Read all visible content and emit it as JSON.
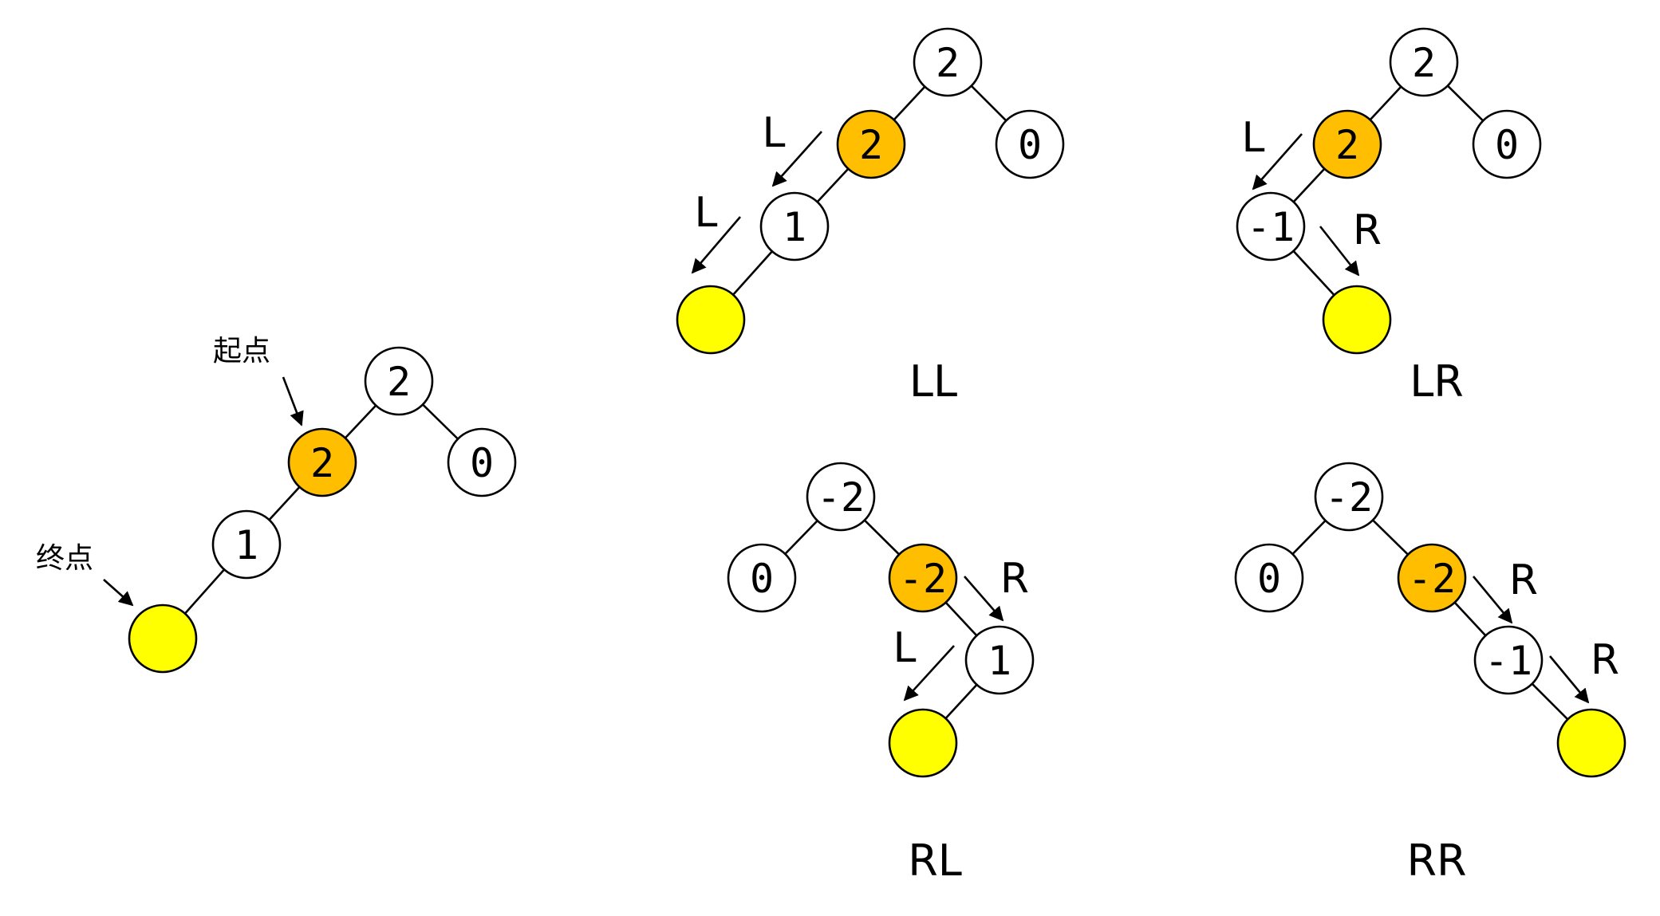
{
  "colors": {
    "normal_node": "#ffffff",
    "start_node": "#FFBF00",
    "inserted_node": "#FFFF00",
    "stroke": "#000000"
  },
  "annotations": {
    "start_label": "起点",
    "end_label": "终点"
  },
  "diagrams": [
    {
      "id": "main",
      "title": "",
      "nodes": [
        {
          "id": "root",
          "value": "2",
          "kind": "normal"
        },
        {
          "id": "a",
          "value": "2",
          "kind": "start"
        },
        {
          "id": "b",
          "value": "0",
          "kind": "normal"
        },
        {
          "id": "c",
          "value": "1",
          "kind": "normal"
        },
        {
          "id": "d",
          "value": "",
          "kind": "inserted"
        }
      ],
      "edges": [
        [
          "root",
          "a"
        ],
        [
          "root",
          "b"
        ],
        [
          "a",
          "c"
        ],
        [
          "c",
          "d"
        ]
      ],
      "arrows": []
    },
    {
      "id": "ll",
      "title": "LL",
      "nodes": [
        {
          "id": "root",
          "value": "2",
          "kind": "normal"
        },
        {
          "id": "a",
          "value": "2",
          "kind": "start"
        },
        {
          "id": "b",
          "value": "0",
          "kind": "normal"
        },
        {
          "id": "c",
          "value": "1",
          "kind": "normal"
        },
        {
          "id": "d",
          "value": "",
          "kind": "inserted"
        }
      ],
      "edges": [
        [
          "root",
          "a"
        ],
        [
          "root",
          "b"
        ],
        [
          "a",
          "c"
        ],
        [
          "c",
          "d"
        ]
      ],
      "arrows": [
        "L",
        "L"
      ]
    },
    {
      "id": "lr",
      "title": "LR",
      "nodes": [
        {
          "id": "root",
          "value": "2",
          "kind": "normal"
        },
        {
          "id": "a",
          "value": "2",
          "kind": "start"
        },
        {
          "id": "b",
          "value": "0",
          "kind": "normal"
        },
        {
          "id": "c",
          "value": "-1",
          "kind": "normal"
        },
        {
          "id": "d",
          "value": "",
          "kind": "inserted"
        }
      ],
      "edges": [
        [
          "root",
          "a"
        ],
        [
          "root",
          "b"
        ],
        [
          "a",
          "c"
        ],
        [
          "c",
          "d"
        ]
      ],
      "arrows": [
        "L",
        "R"
      ]
    },
    {
      "id": "rl",
      "title": "RL",
      "nodes": [
        {
          "id": "root",
          "value": "-2",
          "kind": "normal"
        },
        {
          "id": "b",
          "value": "0",
          "kind": "normal"
        },
        {
          "id": "a",
          "value": "-2",
          "kind": "start"
        },
        {
          "id": "c",
          "value": "1",
          "kind": "normal"
        },
        {
          "id": "d",
          "value": "",
          "kind": "inserted"
        }
      ],
      "edges": [
        [
          "root",
          "b"
        ],
        [
          "root",
          "a"
        ],
        [
          "a",
          "c"
        ],
        [
          "c",
          "d"
        ]
      ],
      "arrows": [
        "R",
        "L"
      ]
    },
    {
      "id": "rr",
      "title": "RR",
      "nodes": [
        {
          "id": "root",
          "value": "-2",
          "kind": "normal"
        },
        {
          "id": "b",
          "value": "0",
          "kind": "normal"
        },
        {
          "id": "a",
          "value": "-2",
          "kind": "start"
        },
        {
          "id": "c",
          "value": "-1",
          "kind": "normal"
        },
        {
          "id": "d",
          "value": "",
          "kind": "inserted"
        }
      ],
      "edges": [
        [
          "root",
          "b"
        ],
        [
          "root",
          "a"
        ],
        [
          "a",
          "c"
        ],
        [
          "c",
          "d"
        ]
      ],
      "arrows": [
        "R",
        "R"
      ]
    }
  ]
}
